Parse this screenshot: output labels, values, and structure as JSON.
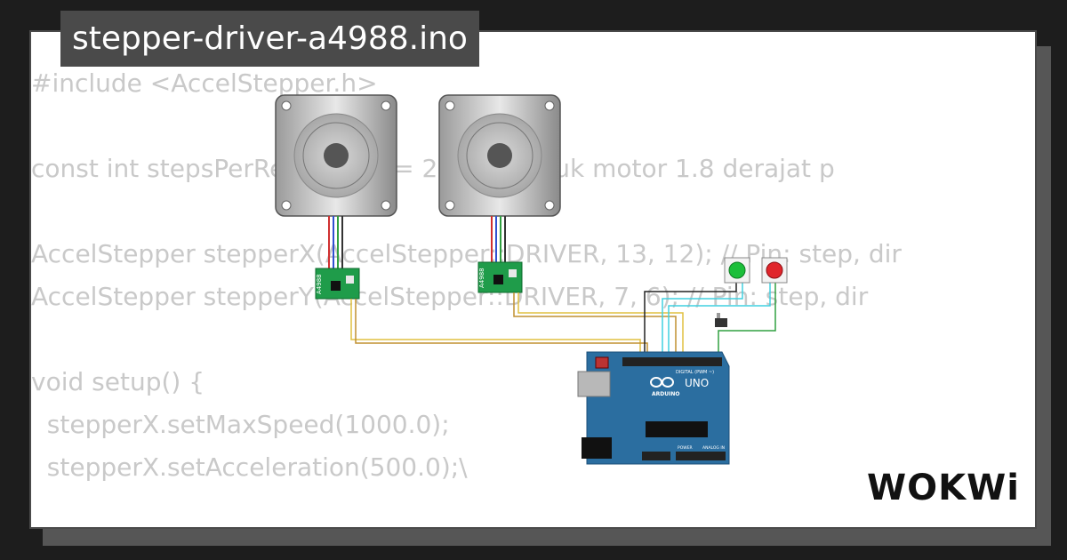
{
  "project": {
    "filename": "stepper-driver-a4988.ino"
  },
  "code_lines": [
    "#include <AccelStepper.h>",
    "",
    "const int stepsPerRevolution = 200; // Untuk motor 1.8 derajat p",
    "",
    "AccelStepper stepperX(AccelStepper::DRIVER, 13, 12); // Pin: step, dir",
    "AccelStepper stepperY(AccelStepper::DRIVER, 7, 6); // Pin: step, dir",
    "",
    "void setup() {",
    "  stepperX.setMaxSpeed(1000.0);",
    "  stepperX.setAcceleration(500.0);\\"
  ],
  "drivers": {
    "label": "A4988"
  },
  "arduino": {
    "brand": "ARDUINO",
    "model": "UNO",
    "digital_label": "DIGITAL (PWM ~)",
    "power_label": "POWER",
    "analog_label": "ANALOG IN"
  },
  "brand": {
    "logo_text": "WOKWi"
  },
  "colors": {
    "frame": "#4a4a4a",
    "board": "#2b6ea0",
    "driver": "#1f9c4a",
    "button_green": "#1bbf3a",
    "button_red": "#e0252b"
  }
}
